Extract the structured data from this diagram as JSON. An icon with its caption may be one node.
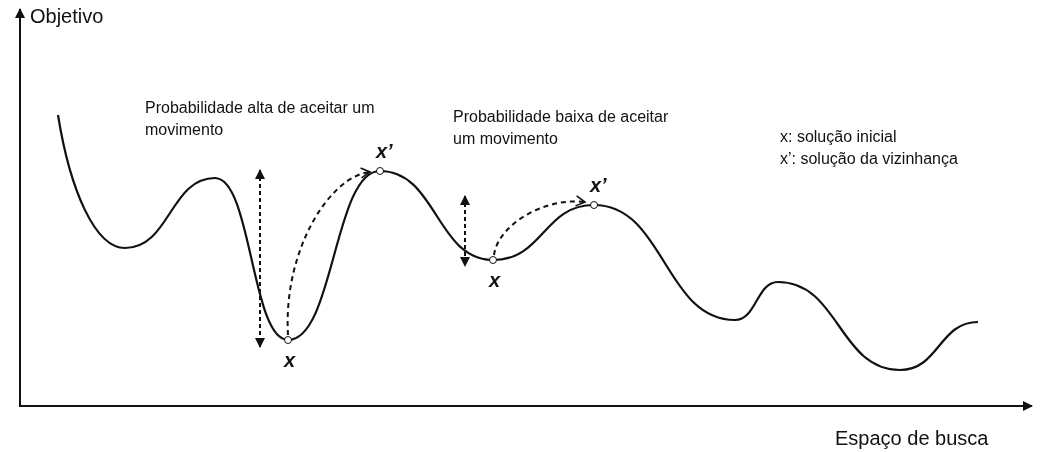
{
  "diagram": {
    "nodes": [
      {
        "text": [],
        "shape": "circle",
        "beside": [
          "x"
        ]
      },
      {
        "text": [],
        "shape": "circle",
        "beside": [
          "x’"
        ]
      },
      {
        "text": [],
        "shape": "circle",
        "beside": [
          "x"
        ]
      },
      {
        "text": [],
        "shape": "circle",
        "beside": [
          "x’"
        ]
      }
    ],
    "edges": [
      {
        "from": 0,
        "to": 1,
        "arrow": "to",
        "style": "dashed"
      },
      {
        "from": 2,
        "to": 3,
        "arrow": "to",
        "style": "dashed"
      }
    ],
    "labels": [
      "Objetivo",
      "Probabilidade alta de aceitar um movimento",
      "Probabilidade baixa de aceitar um movimento",
      "x: solução inicial",
      "x’: solução da vizinhança",
      "Espaço de busca"
    ]
  }
}
